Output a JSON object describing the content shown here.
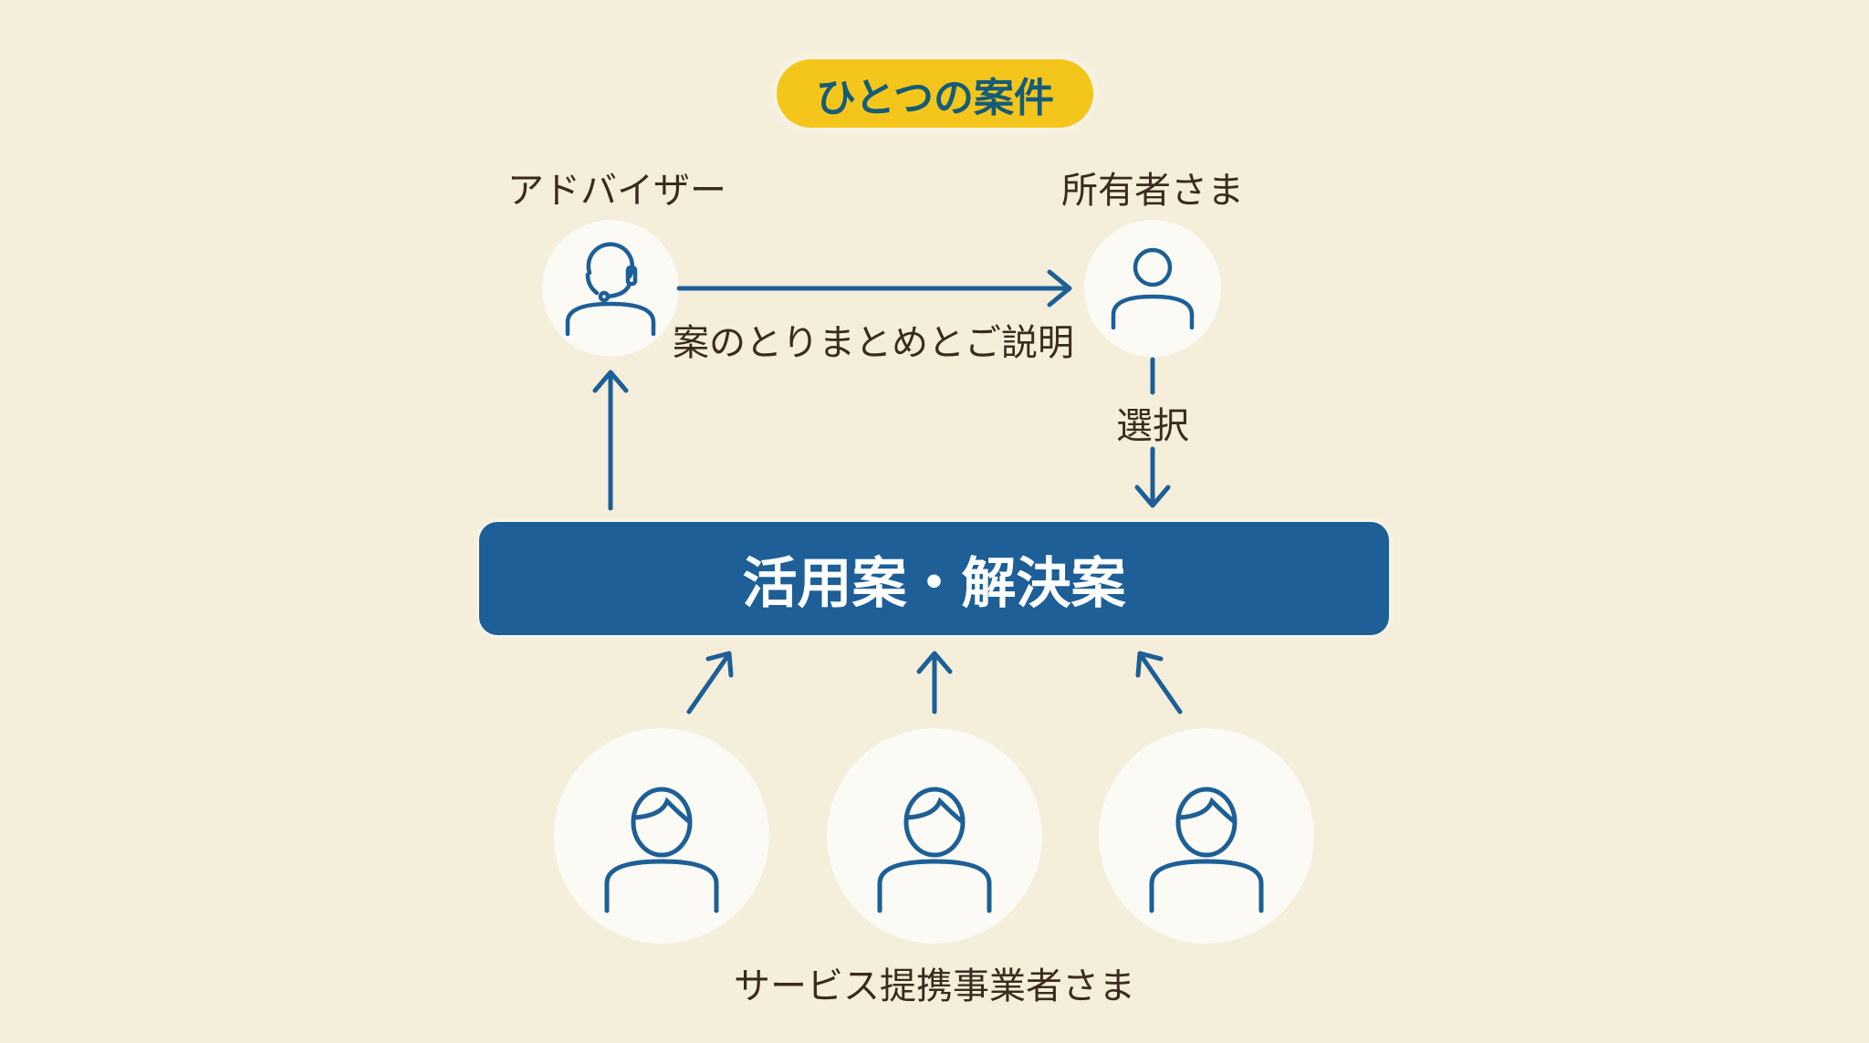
{
  "title_badge": "ひとつの案件",
  "advisor": {
    "label": "アドバイザー",
    "icon": "headset-person-icon"
  },
  "owner": {
    "label": "所有者さま",
    "icon": "person-icon"
  },
  "flow_advisor_to_owner": "案のとりまとめとご説明",
  "flow_owner_to_solutions": "選択",
  "solutions_box": "活用案・解決案",
  "partners": {
    "label": "サービス提携事業者さま",
    "count": 3,
    "icon": "person-icon"
  },
  "colors": {
    "background": "#f5eeda",
    "accent": "#1d5f96",
    "badge": "#f4c61c",
    "badge_text": "#155c78",
    "text": "#3b2b1f"
  }
}
